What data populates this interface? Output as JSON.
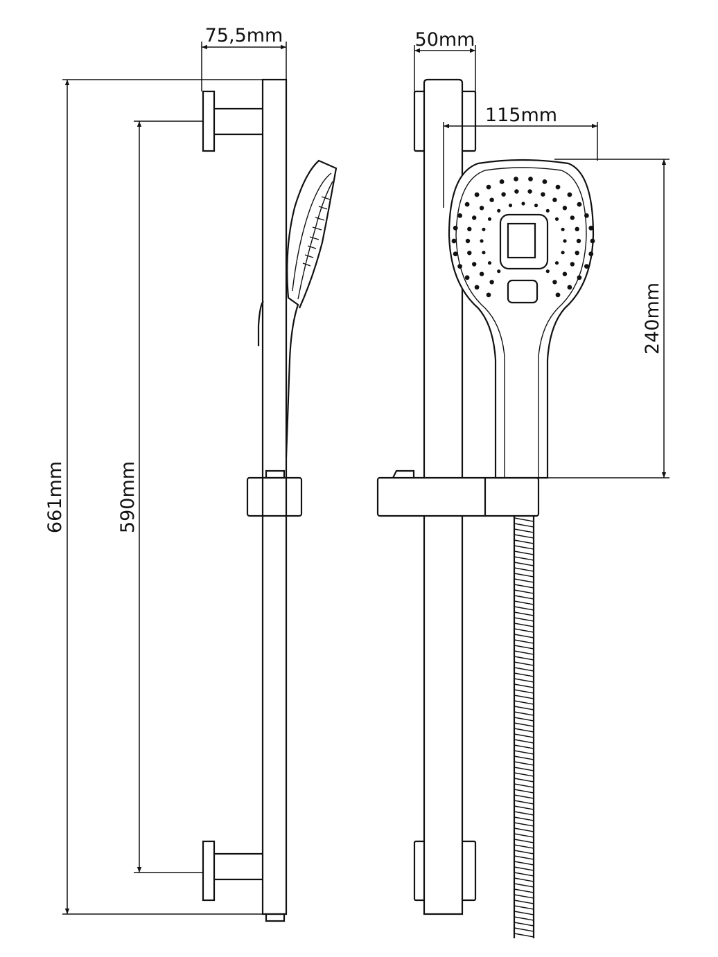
{
  "side_view": {
    "width_label": "75,5mm",
    "total_height_label": "661mm",
    "bracket_spacing_label": "590mm"
  },
  "front_view": {
    "bracket_width_label": "50mm",
    "head_width_label": "115mm",
    "head_height_label": "240mm"
  },
  "colors": {
    "line": "#111111",
    "background": "#ffffff"
  }
}
